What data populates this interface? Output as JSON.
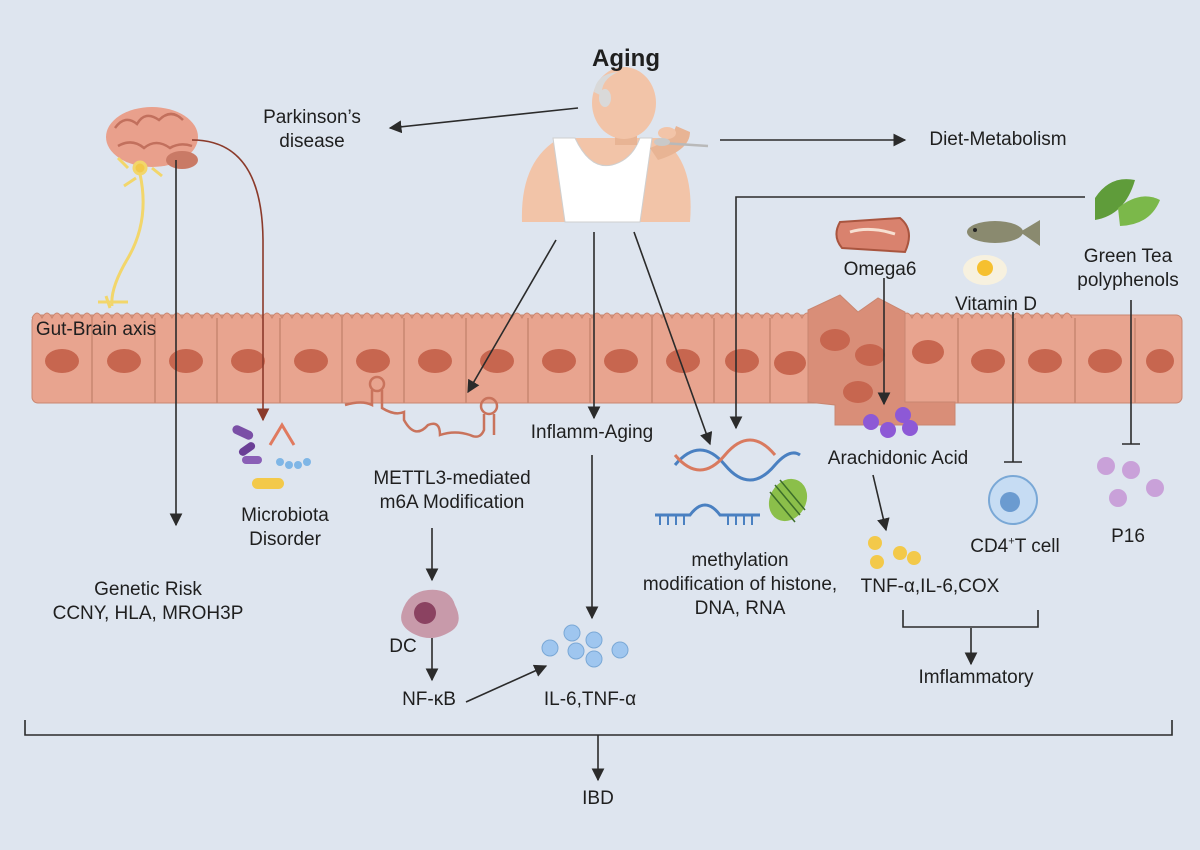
{
  "title": "Aging",
  "labels": {
    "parkinsons": [
      "Parkinson’s",
      "disease"
    ],
    "diet": "Diet-Metabolism",
    "gut_brain": "Gut-Brain axis",
    "omega6": "Omega6",
    "vitamin_d": "Vitamin D",
    "green_tea": [
      "Green Tea",
      "polyphenols"
    ],
    "microbiota": [
      "Microbiota",
      "Disorder"
    ],
    "mettl3": [
      "METTL3-mediated",
      "m6A  Modification"
    ],
    "inflamm_aging": "Inflamm-Aging",
    "arachidonic": "Arachidonic Acid",
    "genetic": [
      "Genetic Risk",
      "CCNY, HLA, MROH3P"
    ],
    "methylation": [
      "methylation",
      "modification of histone,",
      "DNA, RNA"
    ],
    "cd4_prefix": "CD4",
    "cd4_sup": "+",
    "cd4_suffix": "T cell",
    "p16": "P16",
    "tnf_cox": "TNF-α,IL-6,COX",
    "dc": "DC",
    "nfkb": "NF-κB",
    "il6_tnf": "IL-6,TNF-α",
    "inflammatory": "Imflammatory",
    "ibd": "IBD"
  },
  "icons": [
    "elderly-man-eating-icon",
    "brain-icon",
    "neuron-icon",
    "intestinal-epithelium-icon",
    "meat-icon",
    "fish-icon",
    "egg-icon",
    "green-tea-leaf-icon",
    "bacteria-icon",
    "rna-hairpin-icon",
    "dna-helix-icon",
    "nucleosome-icon",
    "dendritic-cell-icon",
    "cd4-t-cell-icon",
    "cytokine-cluster-icon"
  ],
  "colors": {
    "background": "#dee5ef",
    "epithelium": "#e8a48f",
    "nucleus": "#c7664f",
    "cytokine": "#9fc6ef",
    "arachidonic": "#8d59d6",
    "inflammatory_mediator": "#f3c94a",
    "p16": "#c9a1d9",
    "arrow": "#2b2b2b",
    "brain_link": "#8b3a2a"
  }
}
